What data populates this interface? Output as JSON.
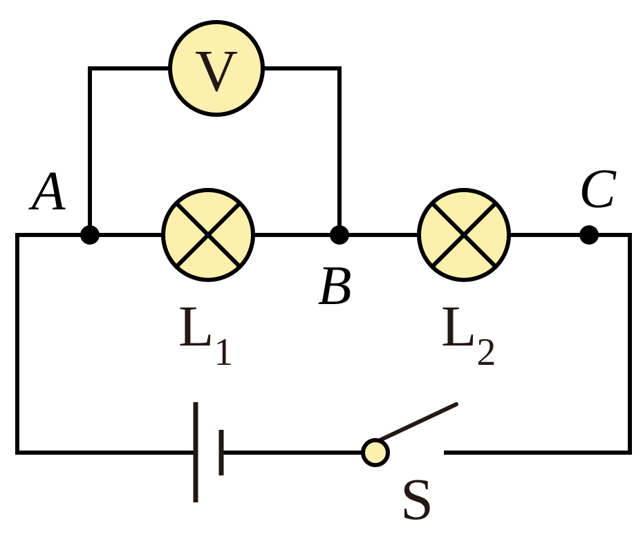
{
  "colors": {
    "wire": "#000000",
    "component_fill": "#FBF0AE",
    "label": "#231815"
  },
  "components": {
    "voltmeter": {
      "symbol": "V",
      "icon": "voltmeter-icon"
    },
    "lamp1": {
      "label": "L",
      "subscript": "1",
      "icon": "lamp-icon"
    },
    "lamp2": {
      "label": "L",
      "subscript": "2",
      "icon": "lamp-icon"
    },
    "battery": {
      "icon": "battery-icon"
    },
    "switch": {
      "label": "S",
      "state": "open",
      "icon": "switch-icon"
    }
  },
  "nodes": {
    "a": "A",
    "b": "B",
    "c": "C"
  }
}
